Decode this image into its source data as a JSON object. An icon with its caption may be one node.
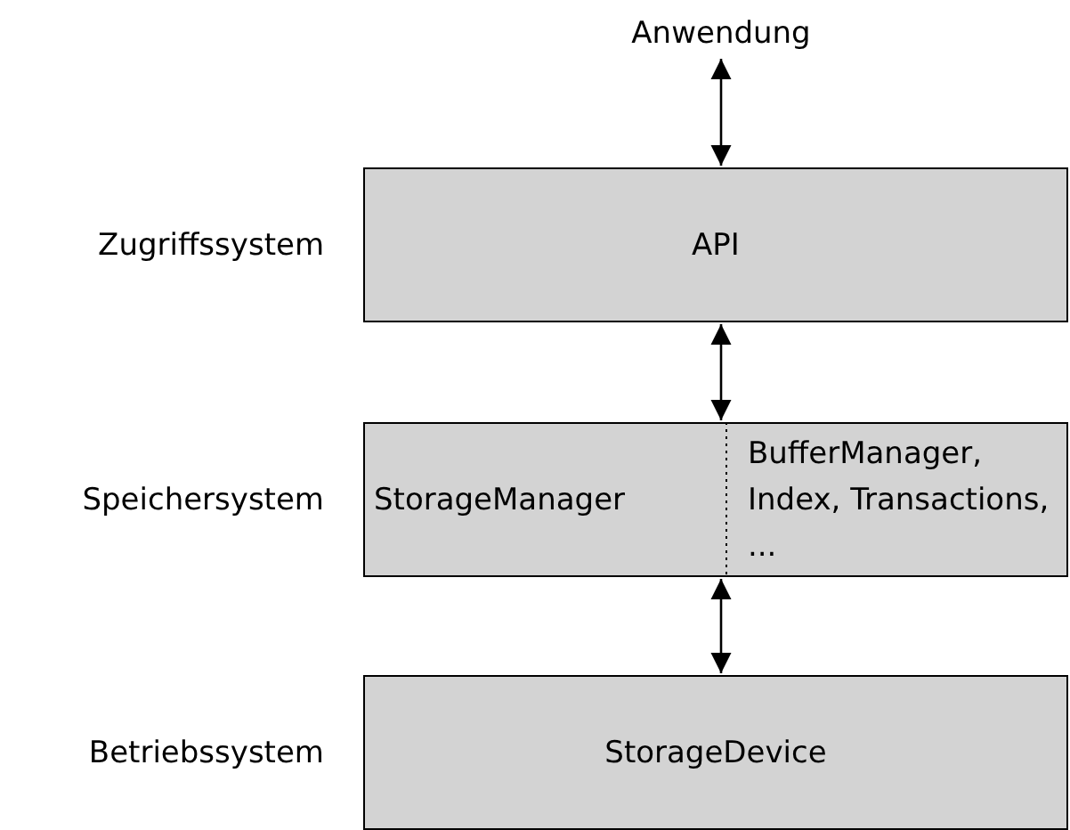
{
  "diagram": {
    "nodes": [
      {
        "text": [
          "Anwendung"
        ]
      },
      {
        "text": [
          "API"
        ],
        "beside": [
          "Zugriffssystem"
        ]
      },
      {
        "text": [
          "StorageManager",
          "BufferManager, Index, Transactions, ..."
        ],
        "beside": [
          "Speichersystem"
        ]
      },
      {
        "text": [
          "StorageDevice"
        ],
        "beside": [
          "Betriebssystem"
        ]
      }
    ],
    "edges": [
      {
        "from": 0,
        "to": 1,
        "arrow": "both"
      },
      {
        "from": 1,
        "to": 2,
        "arrow": "both"
      },
      {
        "from": 2,
        "to": 3,
        "arrow": "both"
      }
    ]
  }
}
